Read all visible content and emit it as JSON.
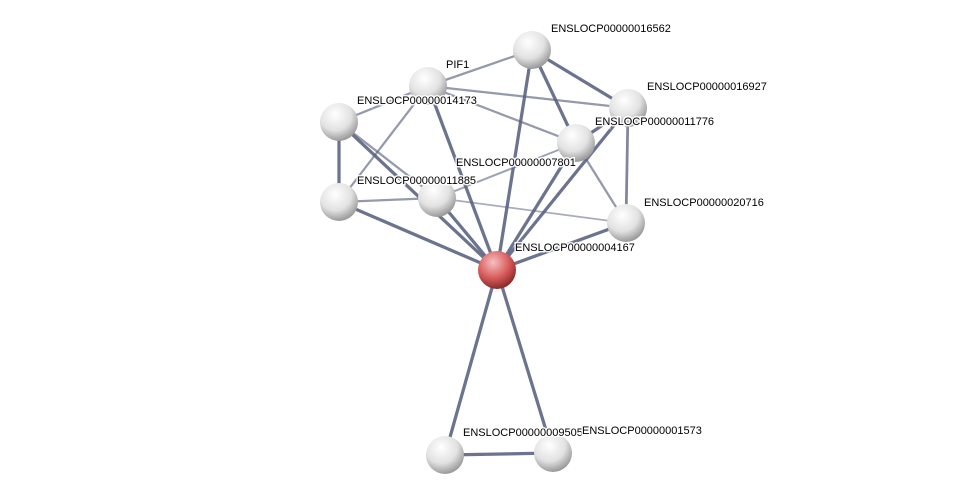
{
  "colors": {
    "edge": "#5a6280",
    "query_node": "#d85a5a",
    "node": "#e8e8e8"
  },
  "nodes": [
    {
      "id": "ENSLOCP00000014173",
      "label": "ENSLOCP00000014173"
    },
    {
      "id": "PIF1",
      "label": "PIF1"
    },
    {
      "id": "ENSLOCP00000016562",
      "label": "ENSLOCP00000016562"
    },
    {
      "id": "ENSLOCP00000016927",
      "label": "ENSLOCP00000016927"
    },
    {
      "id": "ENSLOCP00000011776",
      "label": "ENSLOCP00000011776"
    },
    {
      "id": "ENSLOCP00000011885",
      "label": "ENSLOCP00000011885"
    },
    {
      "id": "ENSLOCP00000007801",
      "label": "ENSLOCP00000007801"
    },
    {
      "id": "ENSLOCP00000020716",
      "label": "ENSLOCP00000020716"
    },
    {
      "id": "ENSLOCP00000004167",
      "label": "ENSLOCP00000004167",
      "query": true
    },
    {
      "id": "ENSLOCP00000009505",
      "label": "ENSLOCP00000009505"
    },
    {
      "id": "ENSLOCP00000001573",
      "label": "ENSLOCP00000001573"
    }
  ],
  "edges": [
    [
      0,
      1,
      0.5
    ],
    [
      0,
      5,
      0.9
    ],
    [
      0,
      6,
      0.5
    ],
    [
      0,
      8,
      0.9
    ],
    [
      1,
      2,
      0.5
    ],
    [
      1,
      3,
      0.5
    ],
    [
      1,
      4,
      0.5
    ],
    [
      1,
      5,
      0.5
    ],
    [
      1,
      8,
      0.9
    ],
    [
      2,
      3,
      0.9
    ],
    [
      2,
      4,
      0.9
    ],
    [
      2,
      8,
      0.9
    ],
    [
      3,
      4,
      0.9
    ],
    [
      3,
      7,
      0.7
    ],
    [
      3,
      8,
      0.9
    ],
    [
      4,
      6,
      0.4
    ],
    [
      4,
      7,
      0.5
    ],
    [
      4,
      8,
      0.9
    ],
    [
      5,
      6,
      0.5
    ],
    [
      5,
      8,
      0.9
    ],
    [
      6,
      7,
      0.3
    ],
    [
      6,
      8,
      0.9
    ],
    [
      7,
      8,
      0.9
    ],
    [
      8,
      9,
      0.9
    ],
    [
      8,
      10,
      0.9
    ],
    [
      9,
      10,
      0.9
    ]
  ]
}
